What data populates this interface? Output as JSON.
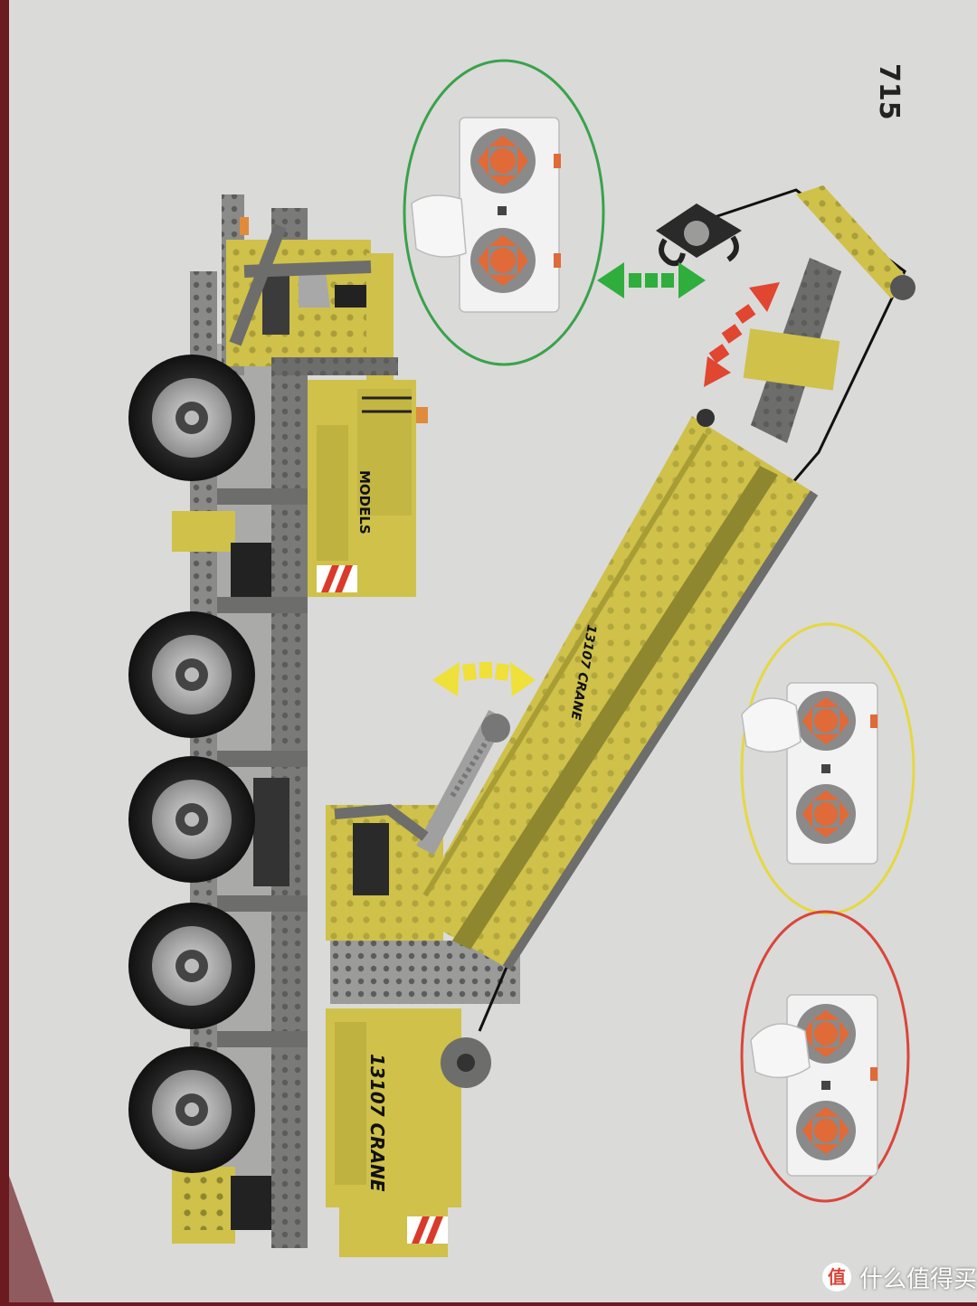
{
  "page": {
    "number": "715"
  },
  "decals": {
    "models": "MODELS",
    "crane_model": "13107 CRANE",
    "boom_model": "13107 CRANE"
  },
  "watermark": {
    "text": "什么值得买"
  },
  "colors": {
    "paper": "#dcdcdc",
    "background": "#6b1a1f",
    "crane_yellow": "#cfc14a",
    "frame_gray": "#7a7a78",
    "tire_black": "#1d1d1d",
    "remote_white": "#f2f2f2",
    "remote_pad_orange": "#e06a38",
    "green_circle": "#3aa24a",
    "yellow_circle": "#e5d841",
    "red_circle": "#d9463a",
    "green_arrow": "#2fae3e",
    "red_arrow": "#e04630",
    "yellow_arrow": "#efe03a"
  },
  "callouts": [
    {
      "name": "green",
      "icon": "remote-control-icon",
      "motion": "winch-hook-up-down"
    },
    {
      "name": "yellow",
      "icon": "remote-control-icon",
      "motion": "boom-raise-lower"
    },
    {
      "name": "red",
      "icon": "remote-control-icon",
      "motion": "boom-extend-retract"
    }
  ],
  "wheels": 5
}
